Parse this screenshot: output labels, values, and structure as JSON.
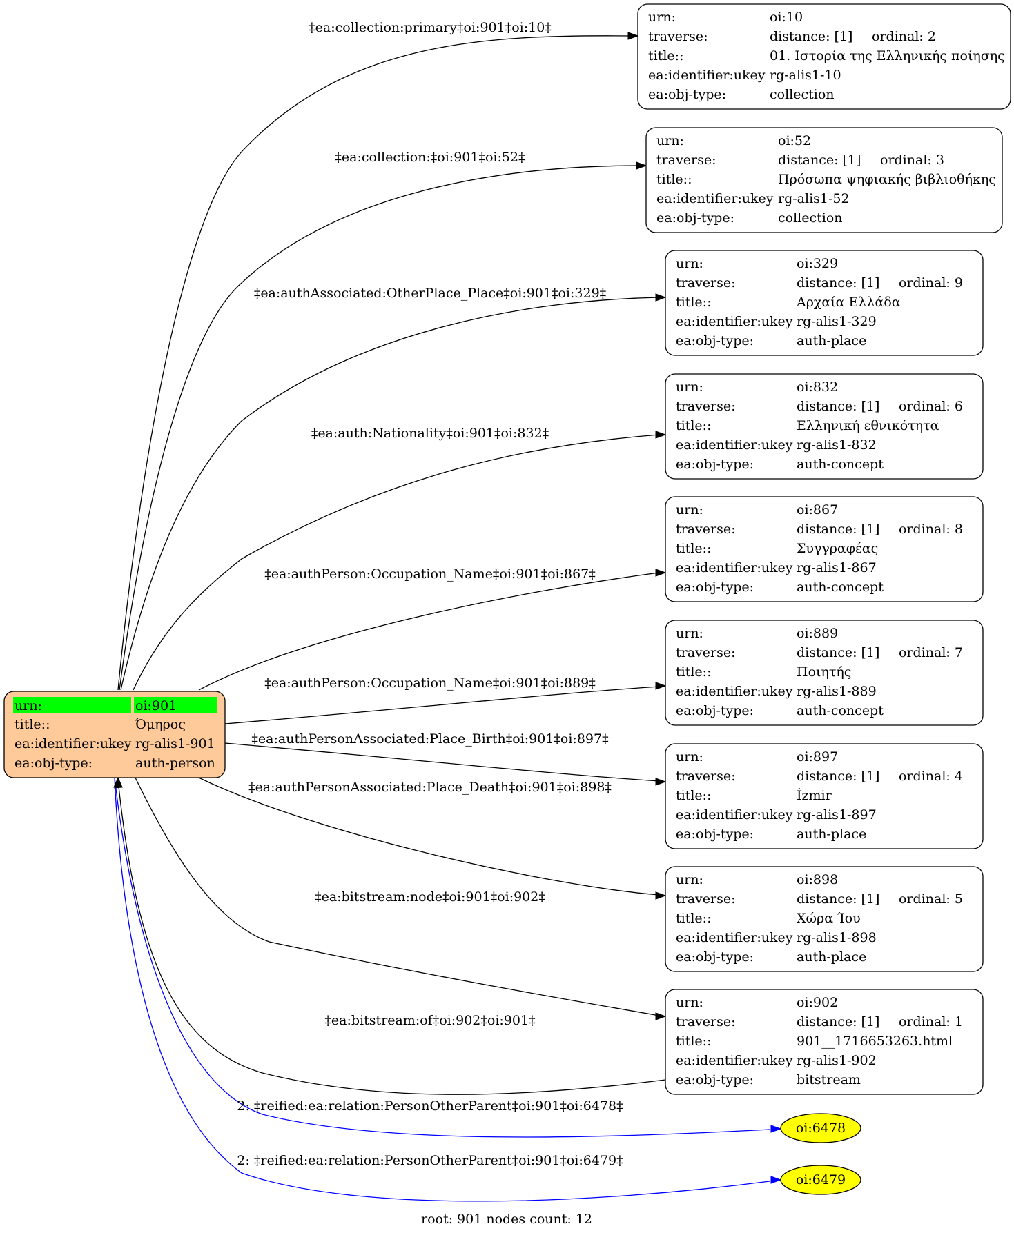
{
  "root": {
    "rows": [
      {
        "key": "urn:",
        "value": "oi:901"
      },
      {
        "key": "title::",
        "value": "Όμηρος"
      },
      {
        "key": "ea:identifier:ukey",
        "value": "rg-alis1-901"
      },
      {
        "key": "ea:obj-type:",
        "value": "auth-person"
      }
    ],
    "fill_color": "#ffca99",
    "urn_highlight_color": "#00ff00"
  },
  "nodes": [
    {
      "urn": "oi:10",
      "traverse": "distance: [1]",
      "ordinal": "ordinal: 2",
      "title": "01. Ιστορία της Ελληνικής ποίησης",
      "ukey": "rg-alis1-10",
      "type": "collection",
      "edge_label": "‡ea:collection:primary‡oi:901‡oi:10‡"
    },
    {
      "urn": "oi:52",
      "traverse": "distance: [1]",
      "ordinal": "ordinal: 3",
      "title": "Πρόσωπα ψηφιακής βιβλιοθήκης",
      "ukey": "rg-alis1-52",
      "type": "collection",
      "edge_label": "‡ea:collection:‡oi:901‡oi:52‡"
    },
    {
      "urn": "oi:329",
      "traverse": "distance: [1]",
      "ordinal": "ordinal: 9",
      "title": "Αρχαία Ελλάδα",
      "ukey": "rg-alis1-329",
      "type": "auth-place",
      "edge_label": "‡ea:authAssociated:OtherPlace_Place‡oi:901‡oi:329‡"
    },
    {
      "urn": "oi:832",
      "traverse": "distance: [1]",
      "ordinal": "ordinal: 6",
      "title": "Ελληνική εθνικότητα",
      "ukey": "rg-alis1-832",
      "type": "auth-concept",
      "edge_label": "‡ea:auth:Nationality‡oi:901‡oi:832‡"
    },
    {
      "urn": "oi:867",
      "traverse": "distance: [1]",
      "ordinal": "ordinal: 8",
      "title": "Συγγραφέας",
      "ukey": "rg-alis1-867",
      "type": "auth-concept",
      "edge_label": "‡ea:authPerson:Occupation_Name‡oi:901‡oi:867‡"
    },
    {
      "urn": "oi:889",
      "traverse": "distance: [1]",
      "ordinal": "ordinal: 7",
      "title": "Ποιητής",
      "ukey": "rg-alis1-889",
      "type": "auth-concept",
      "edge_label": "‡ea:authPerson:Occupation_Name‡oi:901‡oi:889‡"
    },
    {
      "urn": "oi:897",
      "traverse": "distance: [1]",
      "ordinal": "ordinal: 4",
      "title": "İzmir",
      "ukey": "rg-alis1-897",
      "type": "auth-place",
      "edge_label": "‡ea:authPersonAssociated:Place_Birth‡oi:901‡oi:897‡"
    },
    {
      "urn": "oi:898",
      "traverse": "distance: [1]",
      "ordinal": "ordinal: 5",
      "title": "Χώρα Ίου",
      "ukey": "rg-alis1-898",
      "type": "auth-place",
      "edge_label": "‡ea:authPersonAssociated:Place_Death‡oi:901‡oi:898‡"
    },
    {
      "urn": "oi:902",
      "traverse": "distance: [1]",
      "ordinal": "ordinal: 1",
      "title": "901__1716653263.html",
      "ukey": "rg-alis1-902",
      "type": "bitstream",
      "edge_label": "‡ea:bitstream:node‡oi:901‡oi:902‡"
    }
  ],
  "row_labels": {
    "urn": "urn:",
    "traverse": "traverse:",
    "title": "title::",
    "ukey": "ea:identifier:ukey",
    "type": "ea:obj-type:"
  },
  "back_edge_label": "‡ea:bitstream:of‡oi:902‡oi:901‡",
  "ellipses": [
    {
      "label": "oi:6478",
      "edge_label": "2: ‡reified:ea:relation:PersonOtherParent‡oi:901‡oi:6478‡"
    },
    {
      "label": "oi:6479",
      "edge_label": "2: ‡reified:ea:relation:PersonOtherParent‡oi:901‡oi:6479‡"
    }
  ],
  "colors": {
    "ellipse_fill": "#ffff00",
    "reified_edge": "#0000ff"
  },
  "footer": "root: 901 nodes count: 12"
}
